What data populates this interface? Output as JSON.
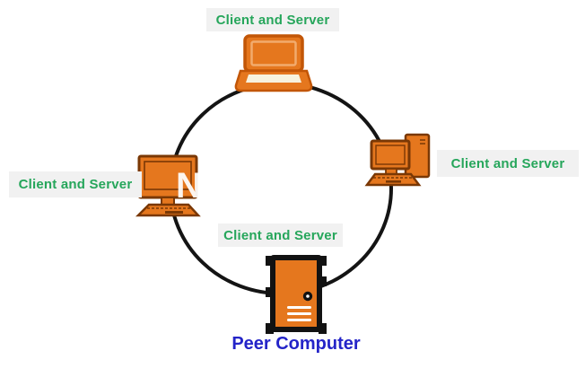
{
  "diagram": {
    "type": "ring-network",
    "node_labels": {
      "top": "Client and Server",
      "left": "Client and Server",
      "right": "Client and Server",
      "bottom": "Client and Server"
    },
    "caption": "Peer Computer",
    "watermark": "N",
    "colors": {
      "device_fill": "#e5771e",
      "device_stroke": "#c25607",
      "monitor_stroke": "#7a3805",
      "screen_bezel": "#f2ab6d",
      "keyboard_strip": "#f7f2dd",
      "tower_stroke": "#121212",
      "ring": "#141414",
      "label_text": "#26a65b",
      "label_bg": "#f1f1f1",
      "caption_text": "#2424c8"
    }
  }
}
